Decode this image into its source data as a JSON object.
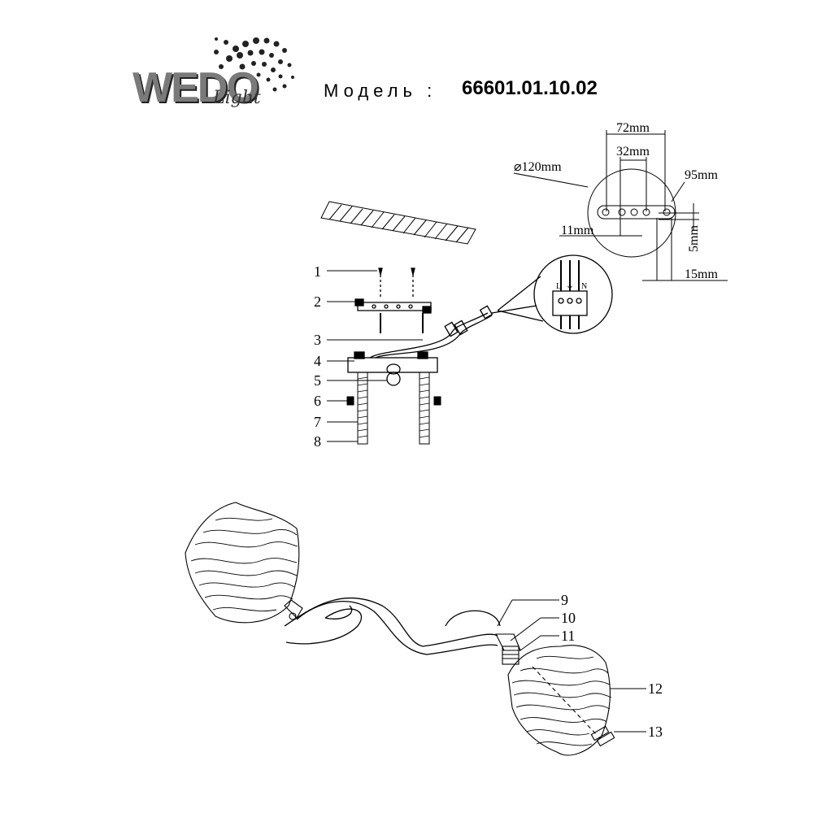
{
  "brand": {
    "word": "WEDO",
    "script": "Light"
  },
  "header": {
    "model_label": "Модель :",
    "model_number": "66601.01.10.02"
  },
  "dimensions": {
    "d72": "72mm",
    "d32": "32mm",
    "d120": "⌀120mm",
    "d95": "95mm",
    "d11": "11mm",
    "d5": "5mm",
    "d15": "15mm"
  },
  "terminal_labels": {
    "live": "L",
    "earth": "⏚",
    "neutral": "N"
  },
  "callouts": {
    "c1": "1",
    "c2": "2",
    "c3": "3",
    "c4": "4",
    "c5": "5",
    "c6": "6",
    "c7": "7",
    "c8": "8",
    "c9": "9",
    "c10": "10",
    "c11": "11",
    "c12": "12",
    "c13": "13"
  }
}
